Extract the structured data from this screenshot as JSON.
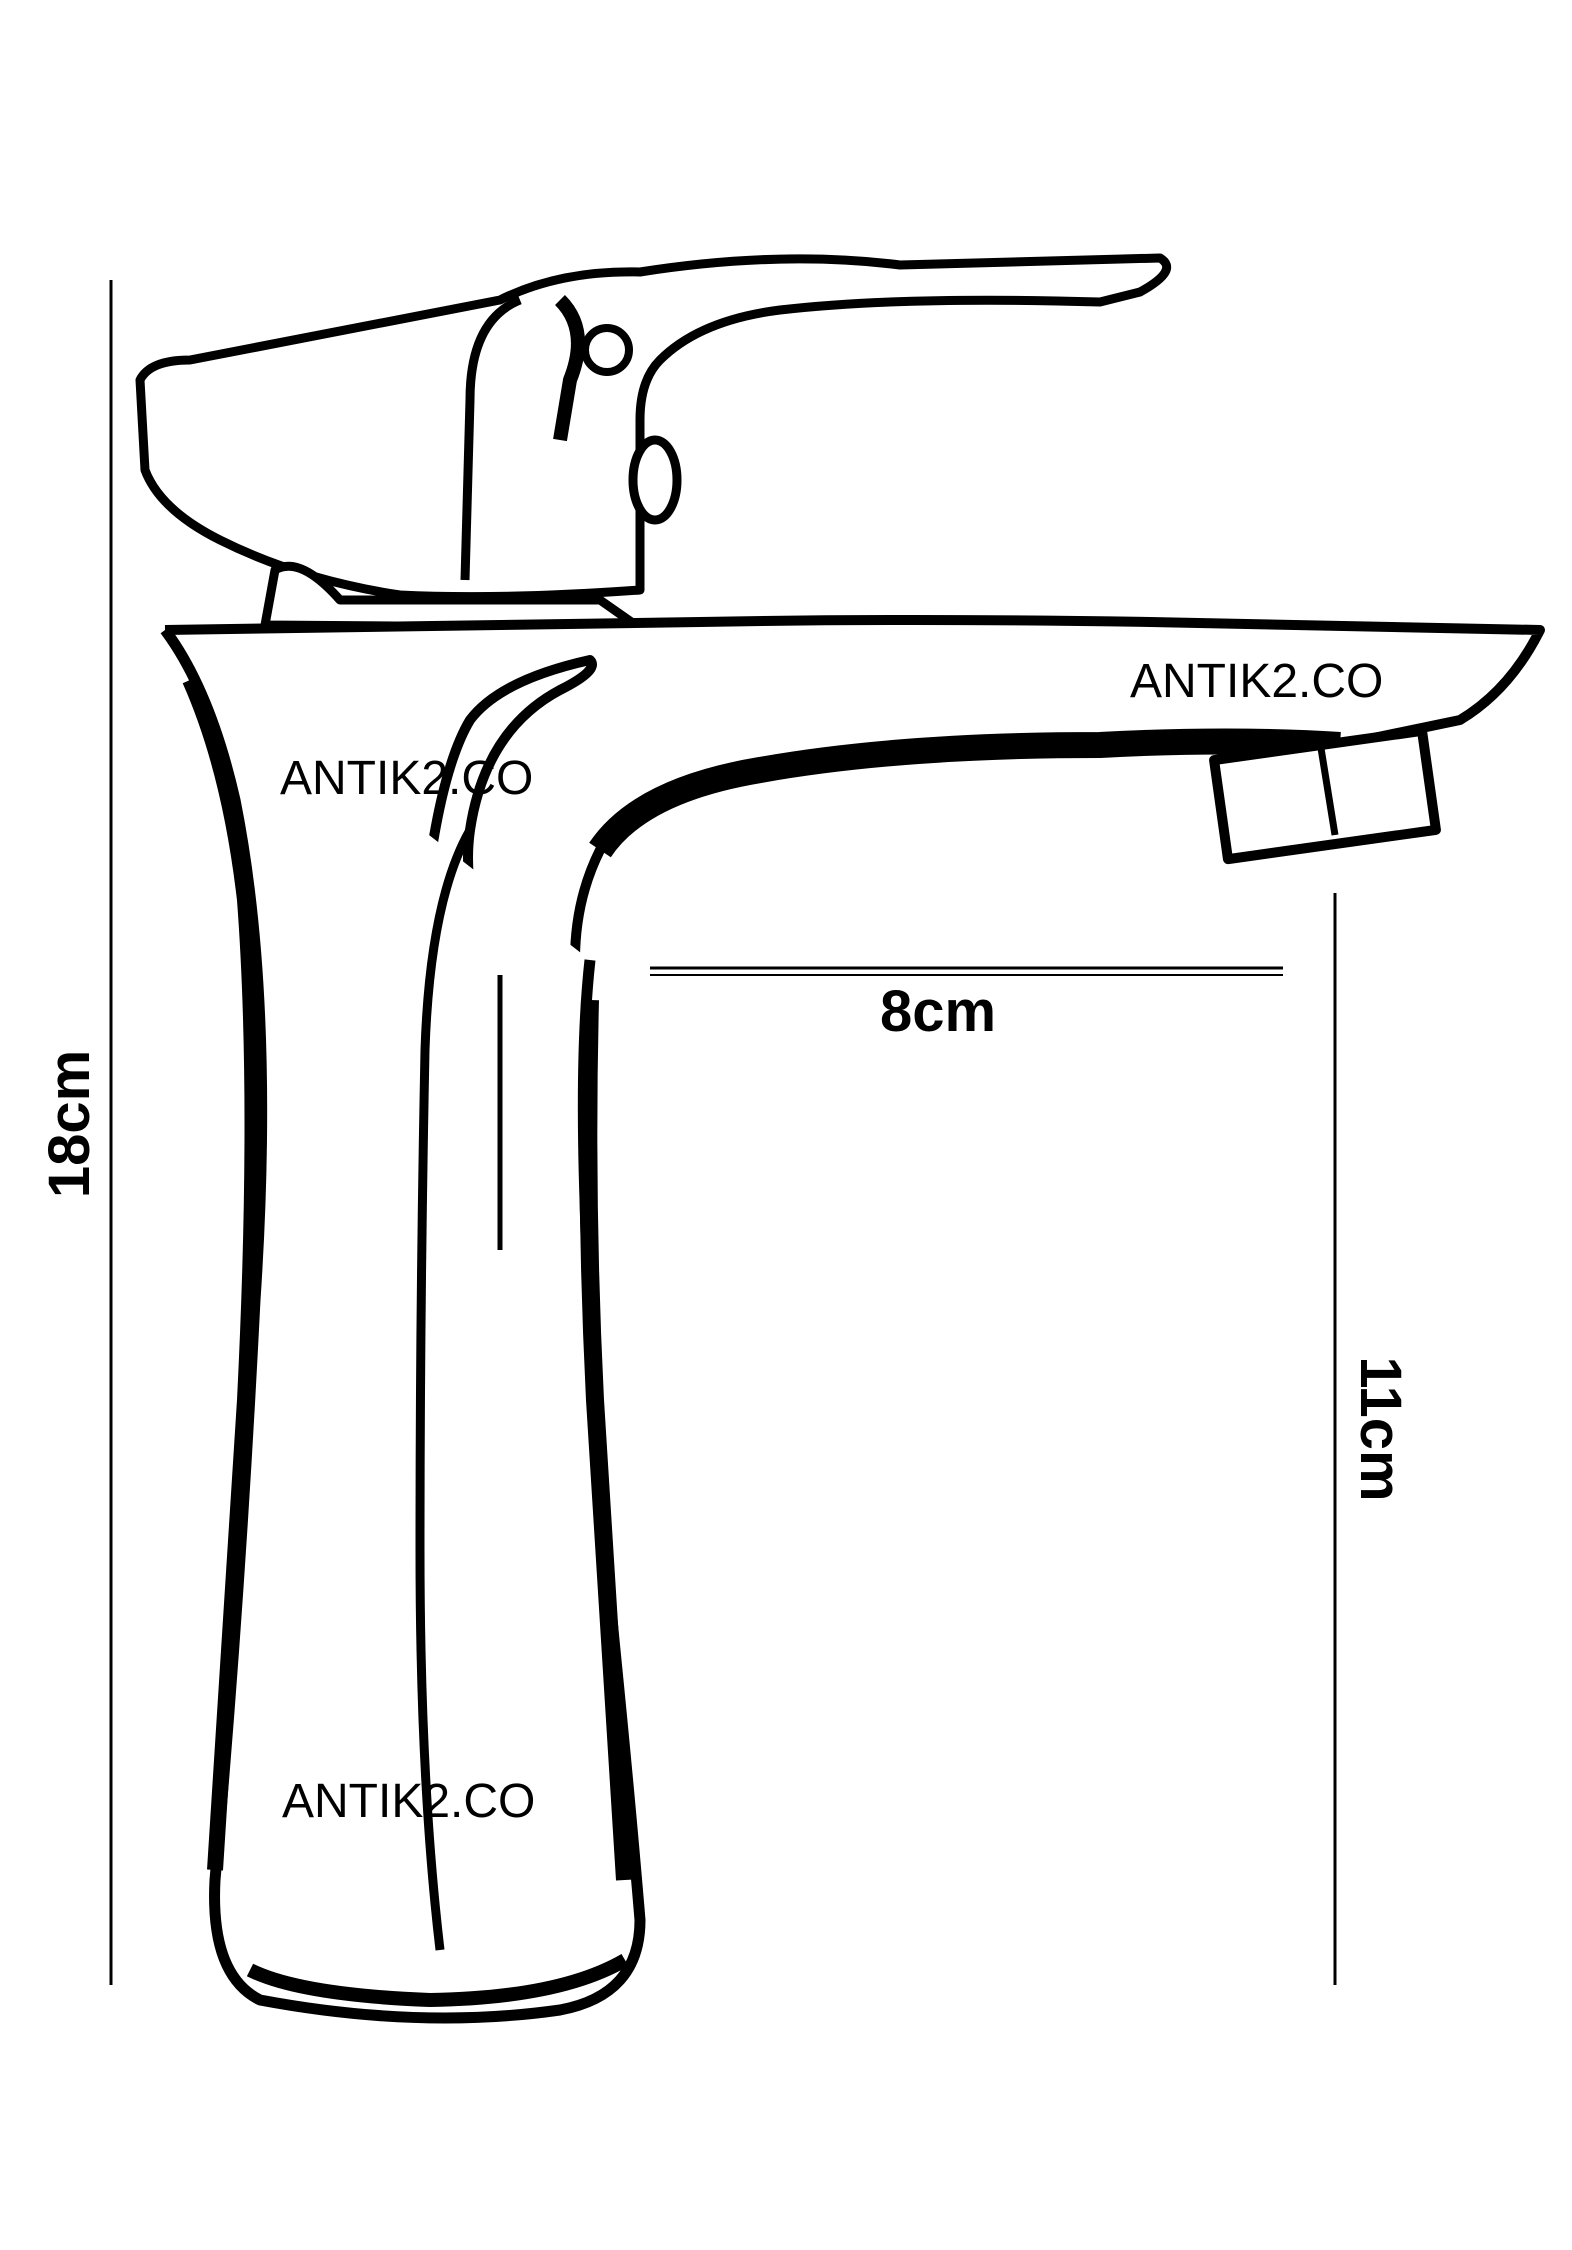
{
  "dimensions": {
    "total_height": "18cm",
    "spout_reach": "8cm",
    "spout_height": "11cm"
  },
  "watermarks": [
    "ANTIK2.CO",
    "ANTIK2.CO",
    "ANTIK2.CO"
  ],
  "colors": {
    "ink": "#000000",
    "paper": "#ffffff"
  }
}
